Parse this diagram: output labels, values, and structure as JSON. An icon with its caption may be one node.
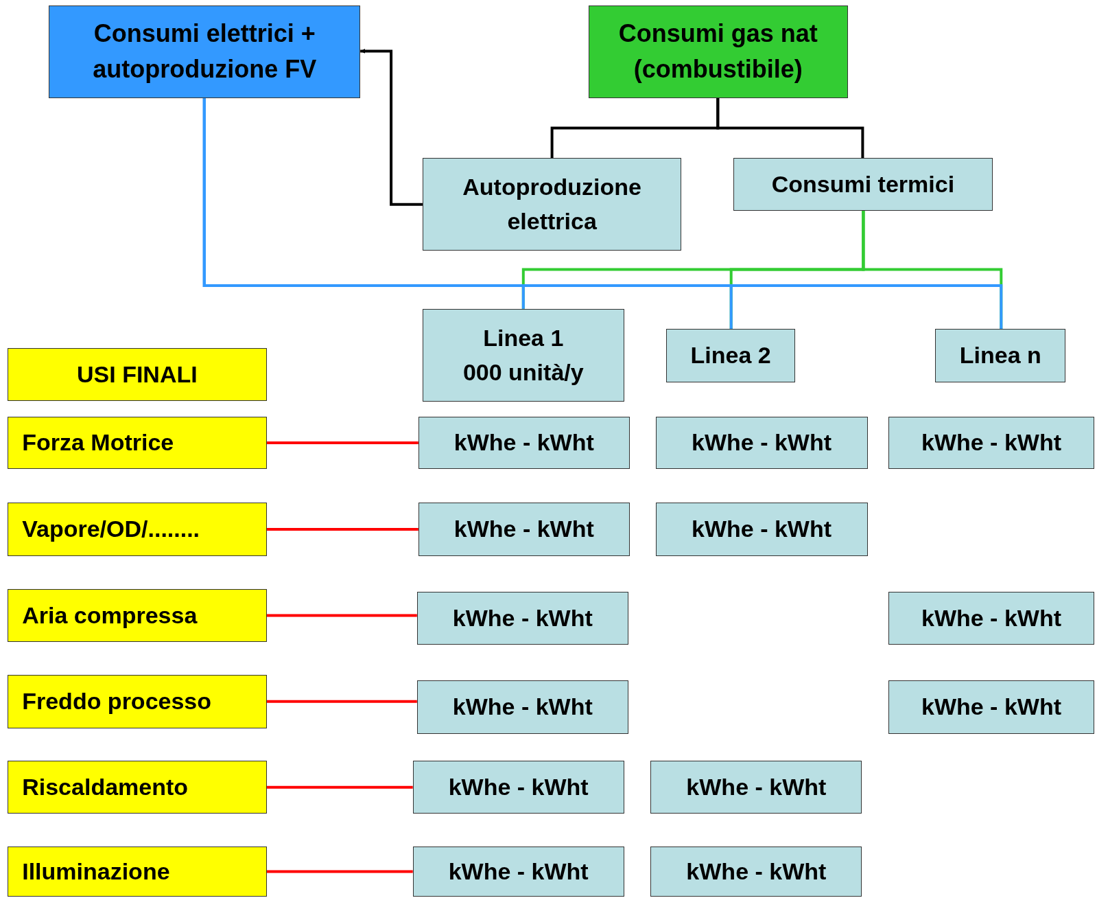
{
  "diagram": {
    "nodes": [
      {
        "text": [
          "Consumi elettrici + autoproduzione FV"
        ]
      },
      {
        "text": [
          "Consumi gas nat (combustibile)"
        ]
      },
      {
        "text": [
          "Autoproduzione elettrica"
        ]
      },
      {
        "text": [
          "Consumi termici"
        ]
      },
      {
        "text": [
          "Linea 1",
          "000 unità/y"
        ]
      },
      {
        "text": [
          "Linea 2"
        ]
      },
      {
        "text": [
          "Linea n"
        ]
      },
      {
        "text": [
          "USI FINALI"
        ]
      },
      {
        "text": [
          "Forza Motrice"
        ]
      },
      {
        "text": [
          "Vapore/OD/........"
        ]
      },
      {
        "text": [
          "Aria compressa"
        ]
      },
      {
        "text": [
          "Freddo processo"
        ]
      },
      {
        "text": [
          "Riscaldamento"
        ]
      },
      {
        "text": [
          "Illuminazione"
        ]
      },
      {
        "text": [
          "kWhe - kWht"
        ]
      },
      {
        "text": [
          "kWhe - kWht"
        ]
      },
      {
        "text": [
          "kWhe - kWht"
        ]
      },
      {
        "text": [
          "kWhe - kWht"
        ]
      },
      {
        "text": [
          "kWhe - kWht"
        ]
      },
      {
        "text": [
          "kWhe - kWht"
        ]
      },
      {
        "text": [
          "kWhe - kWht"
        ]
      },
      {
        "text": [
          "kWhe - kWht"
        ]
      },
      {
        "text": [
          "kWhe - kWht"
        ]
      },
      {
        "text": [
          "kWhe - kWht"
        ]
      },
      {
        "text": [
          "kWhe - kWht"
        ]
      },
      {
        "text": [
          "kWhe - kWht"
        ]
      },
      {
        "text": [
          "kWhe - kWht"
        ]
      }
    ],
    "edges": [
      {
        "from": 2,
        "to": 0,
        "arrow": "to",
        "color": "#000000"
      },
      {
        "from": 1,
        "to": 2,
        "arrow": "none",
        "color": "#000000"
      },
      {
        "from": 1,
        "to": 3,
        "arrow": "none",
        "color": "#000000"
      },
      {
        "from": 3,
        "to": 4,
        "arrow": "none",
        "color": "#33cc33"
      },
      {
        "from": 3,
        "to": 5,
        "arrow": "none",
        "color": "#33cc33"
      },
      {
        "from": 3,
        "to": 6,
        "arrow": "none",
        "color": "#33cc33"
      },
      {
        "from": 0,
        "to": 4,
        "arrow": "none",
        "color": "#3399ff"
      },
      {
        "from": 0,
        "to": 5,
        "arrow": "none",
        "color": "#3399ff"
      },
      {
        "from": 0,
        "to": 6,
        "arrow": "none",
        "color": "#3399ff"
      },
      {
        "from": 8,
        "to": 14,
        "arrow": "none",
        "color": "#ff0000"
      },
      {
        "from": 9,
        "to": 17,
        "arrow": "none",
        "color": "#ff0000"
      },
      {
        "from": 10,
        "to": 19,
        "arrow": "none",
        "color": "#ff0000"
      },
      {
        "from": 11,
        "to": 21,
        "arrow": "none",
        "color": "#ff0000"
      },
      {
        "from": 12,
        "to": 23,
        "arrow": "none",
        "color": "#ff0000"
      },
      {
        "from": 13,
        "to": 25,
        "arrow": "none",
        "color": "#ff0000"
      }
    ]
  }
}
